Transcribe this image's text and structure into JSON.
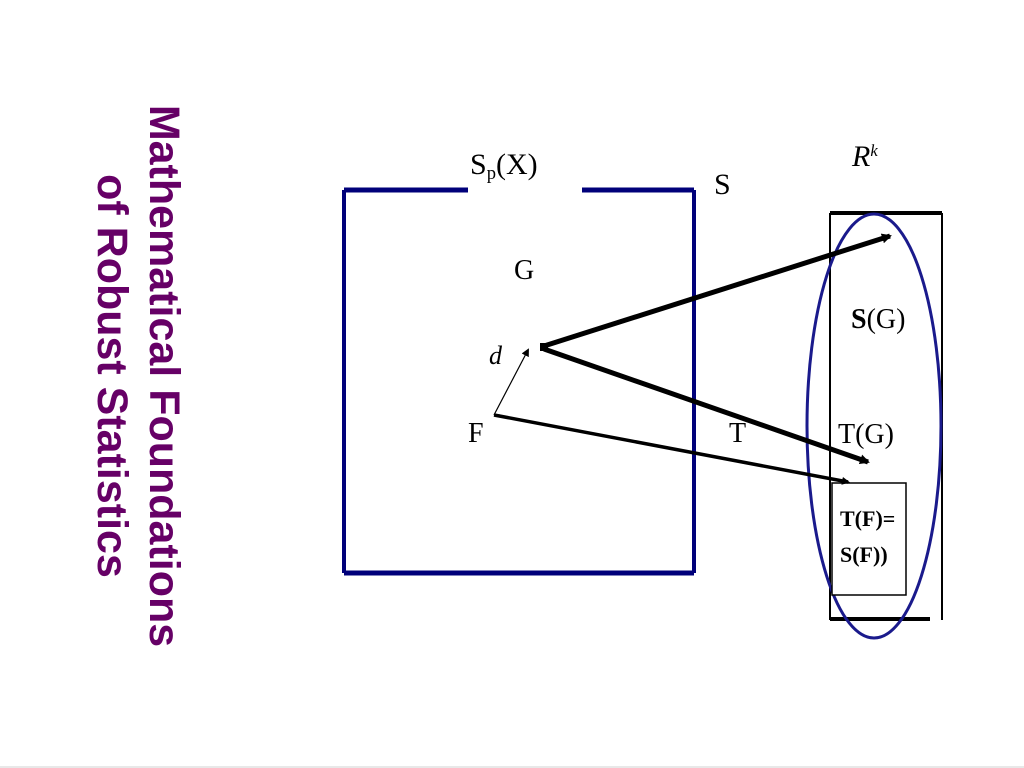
{
  "slide": {
    "title_line1": "Mathematical Foundations",
    "title_line2": "of Robust Statistics",
    "title_color": "#660066"
  },
  "diagram": {
    "space_label": "S",
    "space_subscript": "p",
    "space_suffix": "(X)",
    "map_s_label": "S",
    "target_label": "R",
    "target_superscript": "k",
    "point_g_label": "G",
    "distance_label": "d",
    "point_f_label": "F",
    "map_t_label": "T",
    "s_of_g_prefix": "S",
    "s_of_g_suffix": "(G)",
    "t_of_g_label": "T(G)",
    "tf_line1": "T(F)=",
    "tf_line2": "S(F))",
    "box_color": "#00007a",
    "ellipse_color": "#1a1a8c"
  }
}
